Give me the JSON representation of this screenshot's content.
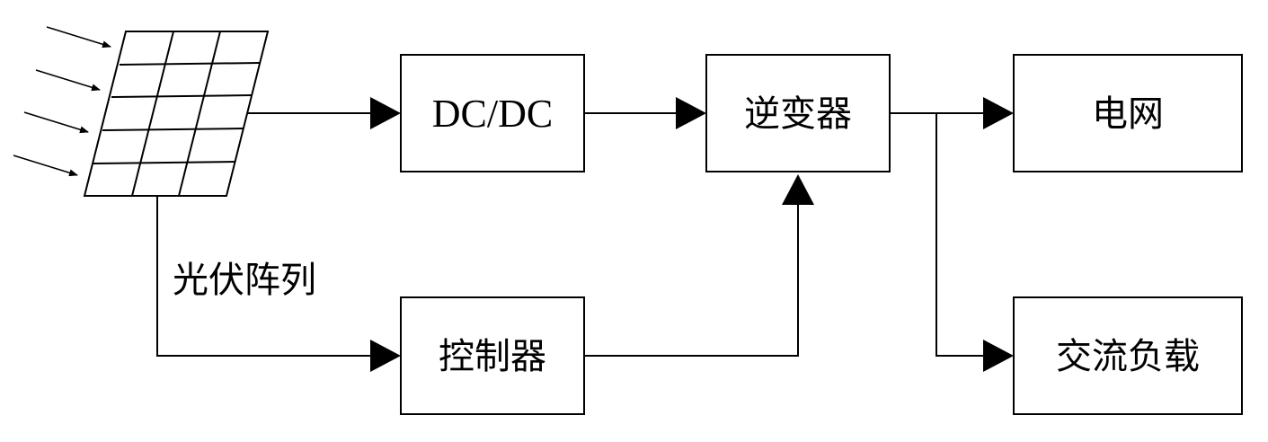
{
  "blocks": {
    "dcdc": "DC/DC",
    "inverter": "逆变器",
    "grid": "电网",
    "controller": "控制器",
    "ac_load": "交流负载"
  },
  "pv_array": {
    "label": "光伏阵列",
    "icon": "solar-panel-icon",
    "sunlight_rays": 4
  },
  "connections": [
    {
      "from": "光伏阵列",
      "to": "DC/DC"
    },
    {
      "from": "光伏阵列",
      "to": "控制器"
    },
    {
      "from": "DC/DC",
      "to": "逆变器"
    },
    {
      "from": "控制器",
      "to": "逆变器"
    },
    {
      "from": "逆变器",
      "to": "电网"
    },
    {
      "from": "逆变器",
      "to": "交流负载"
    }
  ],
  "colors": {
    "stroke": "#000000",
    "background": "#ffffff"
  }
}
